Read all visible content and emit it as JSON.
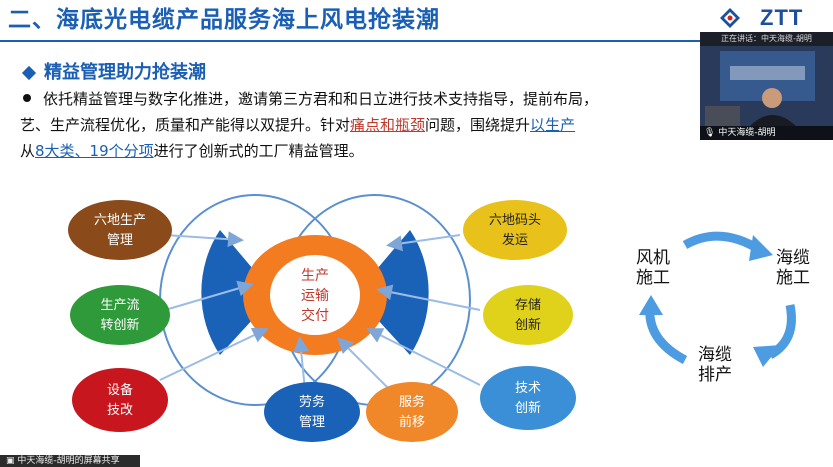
{
  "slide": {
    "title": "二、海底光电缆产品服务海上风电抢装潮",
    "logo_text": "ZTT",
    "subheading": "精益管理助力抢装潮",
    "paragraph": {
      "part1": "依托精益管理与数字化推进，邀请第三方君和和日立进行技术支持指导，提前布局，",
      "part2": "艺、生产流程优化，质量和产能得以双提升。针对",
      "highlight1": "痛点和瓶颈",
      "part3": "问题，围绕提升",
      "highlight2": "以生产",
      "part4": "从",
      "highlight3": "8大类、19个分项",
      "part5": "进行了创新式的工厂精益管理。"
    }
  },
  "diagram": {
    "center": [
      "生产",
      "运输",
      "交付"
    ],
    "left_bubbles": [
      {
        "line1": "六地生产",
        "line2": "管理",
        "color": "#8a4a1a"
      },
      {
        "line1": "生产流",
        "line2": "转创新",
        "color": "#2e9a3a"
      },
      {
        "line1": "设备",
        "line2": "技改",
        "color": "#c8161e"
      }
    ],
    "right_bubbles": [
      {
        "line1": "六地码头",
        "line2": "发运",
        "color": "#e8c21a"
      },
      {
        "line1": "存储",
        "line2": "创新",
        "color": "#e0d21a"
      },
      {
        "line1": "技术",
        "line2": "创新",
        "color": "#3b8fd6"
      }
    ],
    "bottom_bubbles": [
      {
        "line1": "劳务",
        "line2": "管理",
        "color": "#1a62b8"
      },
      {
        "line1": "服务",
        "line2": "前移",
        "color": "#f0882a"
      }
    ]
  },
  "cycle": {
    "items": [
      {
        "line1": "风机",
        "line2": "施工"
      },
      {
        "line1": "海缆",
        "line2": "施工"
      },
      {
        "line1": "海缆",
        "line2": "排产"
      }
    ]
  },
  "meeting": {
    "speaking_label": "正在讲话：中天海缆-胡明",
    "speaker_name": "中天海缆-胡明",
    "share_label": "中天海缆-胡明的屏幕共享"
  }
}
